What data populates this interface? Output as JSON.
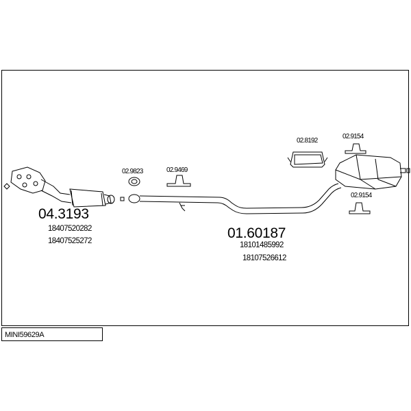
{
  "diagram": {
    "left_group": {
      "part_number": "04.3193",
      "oem_numbers": [
        "18407520282",
        "18407525272"
      ]
    },
    "main_group": {
      "part_number": "01.60187",
      "oem_numbers": [
        "18101485992",
        "18107526612"
      ]
    },
    "small_parts": {
      "gasket": "02.9823",
      "hanger_mid": "02.9469",
      "clamp": "02.8192",
      "hanger_top": "02.9154",
      "hanger_bottom": "02.9154"
    }
  },
  "footer": {
    "code": "MINI59629A"
  }
}
